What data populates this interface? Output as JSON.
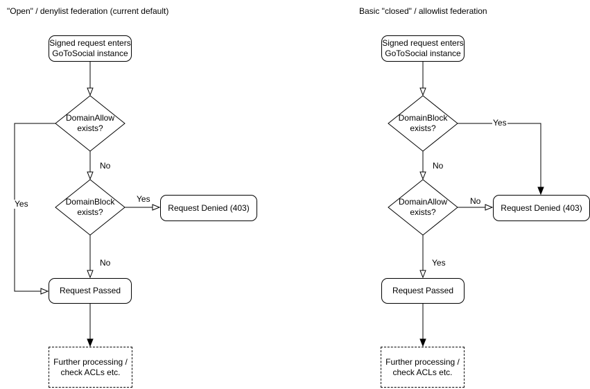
{
  "page": {
    "background": "#ffffff",
    "stroke_color": "#000000",
    "text_color": "#000000"
  },
  "diagrams": [
    {
      "title": "\"Open\" / denylist federation (current default)",
      "nodes": {
        "start": {
          "label": "Signed request enters\nGoToSocial instance",
          "shape": "rounded-rect"
        },
        "decision1": {
          "label": "DomainAllow\nexists?",
          "shape": "diamond"
        },
        "decision2": {
          "label": "DomainBlock\nexists?",
          "shape": "diamond"
        },
        "denied": {
          "label": "Request Denied (403)",
          "shape": "rounded-rect"
        },
        "passed": {
          "label": "Request Passed",
          "shape": "rounded-rect"
        },
        "further": {
          "label": "Further processing /\ncheck ACLs etc.",
          "shape": "dashed-rect"
        }
      },
      "edge_labels": {
        "decision1_yes": "Yes",
        "decision1_no": "No",
        "decision2_yes": "Yes",
        "decision2_no": "No"
      }
    },
    {
      "title": "Basic \"closed\" / allowlist federation",
      "nodes": {
        "start": {
          "label": "Signed request enters\nGoToSocial instance",
          "shape": "rounded-rect"
        },
        "decision1": {
          "label": "DomainBlock\nexists?",
          "shape": "diamond"
        },
        "decision2": {
          "label": "DomainAllow\nexists?",
          "shape": "diamond"
        },
        "denied": {
          "label": "Request Denied (403)",
          "shape": "rounded-rect"
        },
        "passed": {
          "label": "Request Passed",
          "shape": "rounded-rect"
        },
        "further": {
          "label": "Further processing /\ncheck ACLs etc.",
          "shape": "dashed-rect"
        }
      },
      "edge_labels": {
        "decision1_yes": "Yes",
        "decision1_no": "No",
        "decision2_no": "No",
        "decision2_yes": "Yes"
      }
    }
  ]
}
